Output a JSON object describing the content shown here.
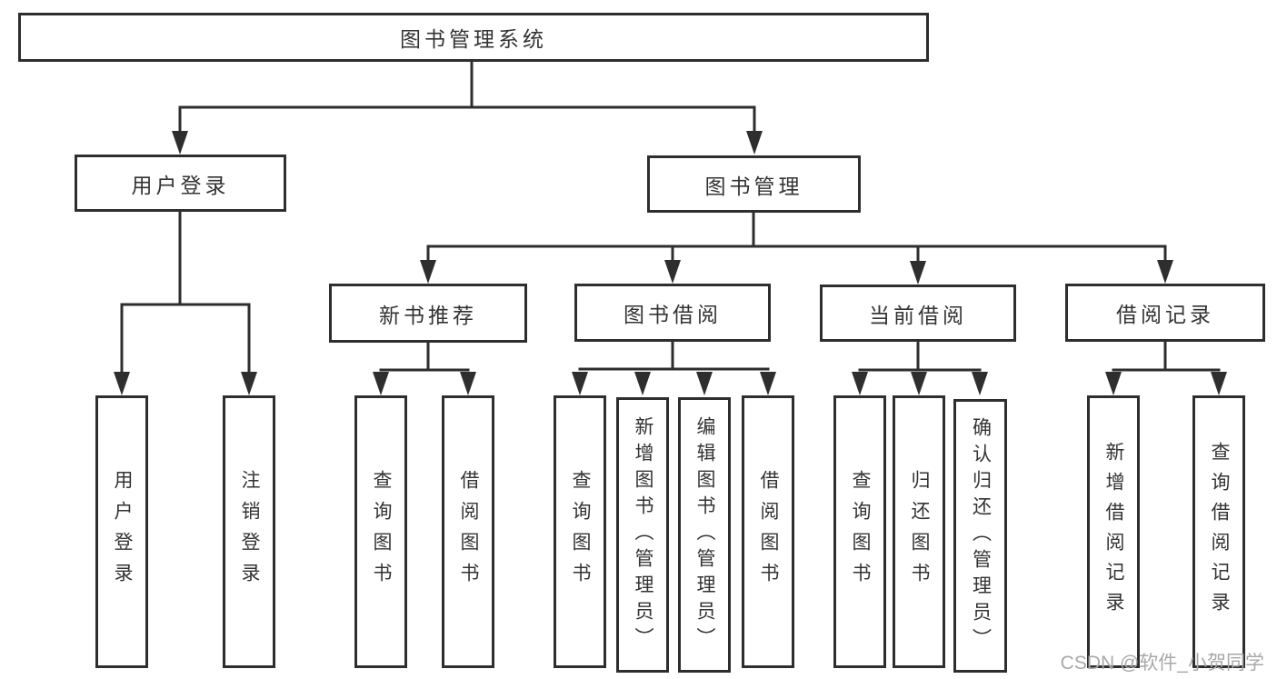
{
  "tree": {
    "label": "图书管理系统",
    "children": [
      {
        "label": "用户登录",
        "children": [
          {
            "label": "用户登录"
          },
          {
            "label": "注销登录"
          }
        ]
      },
      {
        "label": "图书管理",
        "children": [
          {
            "label": "新书推荐",
            "children": [
              {
                "label": "查询图书"
              },
              {
                "label": "借阅图书"
              }
            ]
          },
          {
            "label": "图书借阅",
            "children": [
              {
                "label": "查询图书"
              },
              {
                "label": "新增图书（管理员）"
              },
              {
                "label": "编辑图书（管理员）"
              },
              {
                "label": "借阅图书"
              }
            ]
          },
          {
            "label": "当前借阅",
            "children": [
              {
                "label": "查询图书"
              },
              {
                "label": "归还图书"
              },
              {
                "label": "确认归还（管理员）"
              }
            ]
          },
          {
            "label": "借阅记录",
            "children": [
              {
                "label": "新增借阅记录"
              },
              {
                "label": "查询借阅记录"
              }
            ]
          }
        ]
      }
    ]
  },
  "watermark": "CSDN @软件_小贺同学",
  "colors": {
    "line": "#2e2e2e",
    "text": "#333333",
    "watermark": "#a8a8a8"
  }
}
